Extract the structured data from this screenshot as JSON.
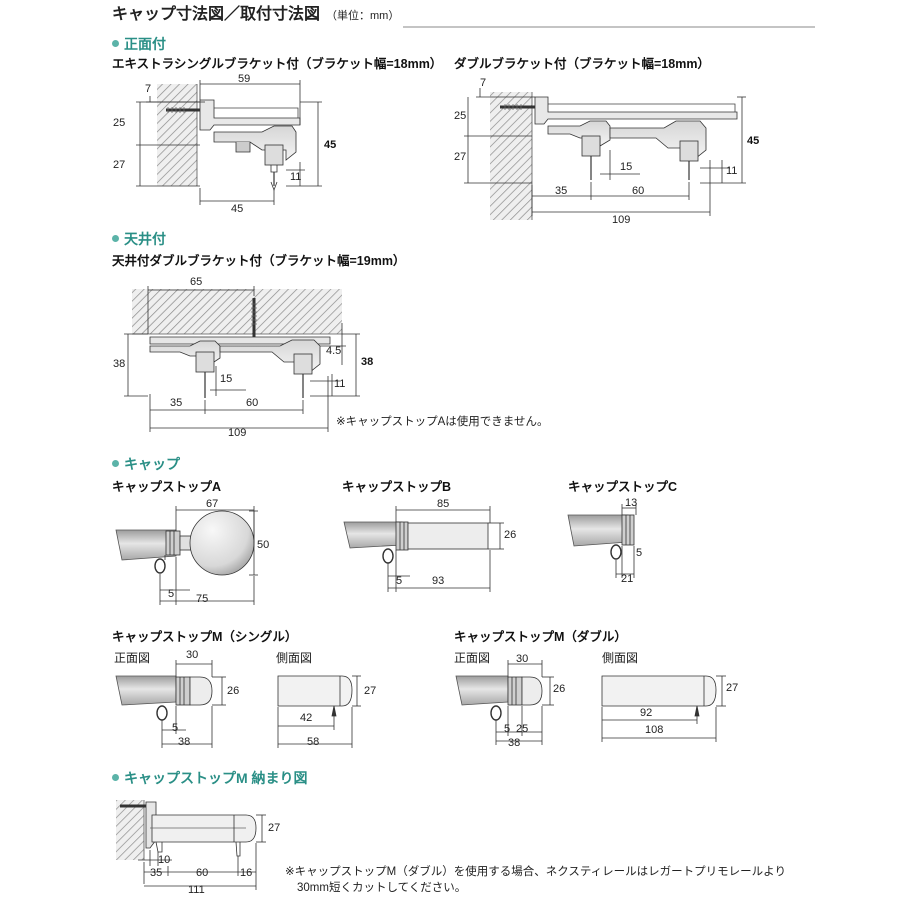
{
  "header": {
    "title": "キャップ寸法図／取付寸法図",
    "unit": "（単位：mm）"
  },
  "sections": {
    "front": "正面付",
    "ceiling": "天井付",
    "cap": "キャップ",
    "fit": "キャップストップM 納まり図"
  },
  "subtitles": {
    "extra_single": "エキストラシングルブラケット付（ブラケット幅=18mm）",
    "double": "ダブルブラケット付（ブラケット幅=18mm）",
    "ceiling_double": "天井付ダブルブラケット付（ブラケット幅=19mm）",
    "cap_a": "キャップストップA",
    "cap_b": "キャップストップB",
    "cap_c": "キャップストップC",
    "cap_m_single": "キャップストップM（シングル）",
    "cap_m_double": "キャップストップM（ダブル）"
  },
  "views": {
    "front_view": "正面図",
    "side_view": "側面図"
  },
  "notes": {
    "ceiling_note": "※キャップストップAは使用できません。",
    "fit_note_1": "※キャップストップM（ダブル）を使用する場合、ネクスティレールはレガートプリモレールより",
    "fit_note_2": "30mm短くカットしてください。"
  },
  "dims": {
    "es_7": "7",
    "es_59": "59",
    "es_25": "25",
    "es_27": "27",
    "es_45v": "45",
    "es_11": "11",
    "es_45h": "45",
    "db_7": "7",
    "db_25": "25",
    "db_27": "27",
    "db_45": "45",
    "db_15": "15",
    "db_11": "11",
    "db_35": "35",
    "db_60": "60",
    "db_109": "109",
    "cl_65": "65",
    "cl_38l": "38",
    "cl_45": "4.5",
    "cl_38r": "38",
    "cl_15": "15",
    "cl_11": "11",
    "cl_35": "35",
    "cl_60": "60",
    "cl_109": "109",
    "ca_67": "67",
    "ca_50": "50",
    "ca_5": "5",
    "ca_75": "75",
    "cb_85": "85",
    "cb_26": "26",
    "cb_5": "5",
    "cb_93": "93",
    "cc_13": "13",
    "cc_5": "5",
    "cc_21": "21",
    "ms_30": "30",
    "ms_26": "26",
    "ms_5": "5",
    "ms_38": "38",
    "ms_27": "27",
    "ms_42": "42",
    "ms_58": "58",
    "md_30": "30",
    "md_26": "26",
    "md_5": "5",
    "md_25": "25",
    "md_38": "38",
    "md_27": "27",
    "md_92": "92",
    "md_108": "108",
    "fit_27": "27",
    "fit_10": "10",
    "fit_35": "35",
    "fit_60": "60",
    "fit_16": "16",
    "fit_111": "111"
  },
  "colors": {
    "section_accent": "#2a8f86",
    "bullet": "#5bb3a8",
    "rail": "#b9b9b9",
    "wall_hatch": "#888888"
  }
}
